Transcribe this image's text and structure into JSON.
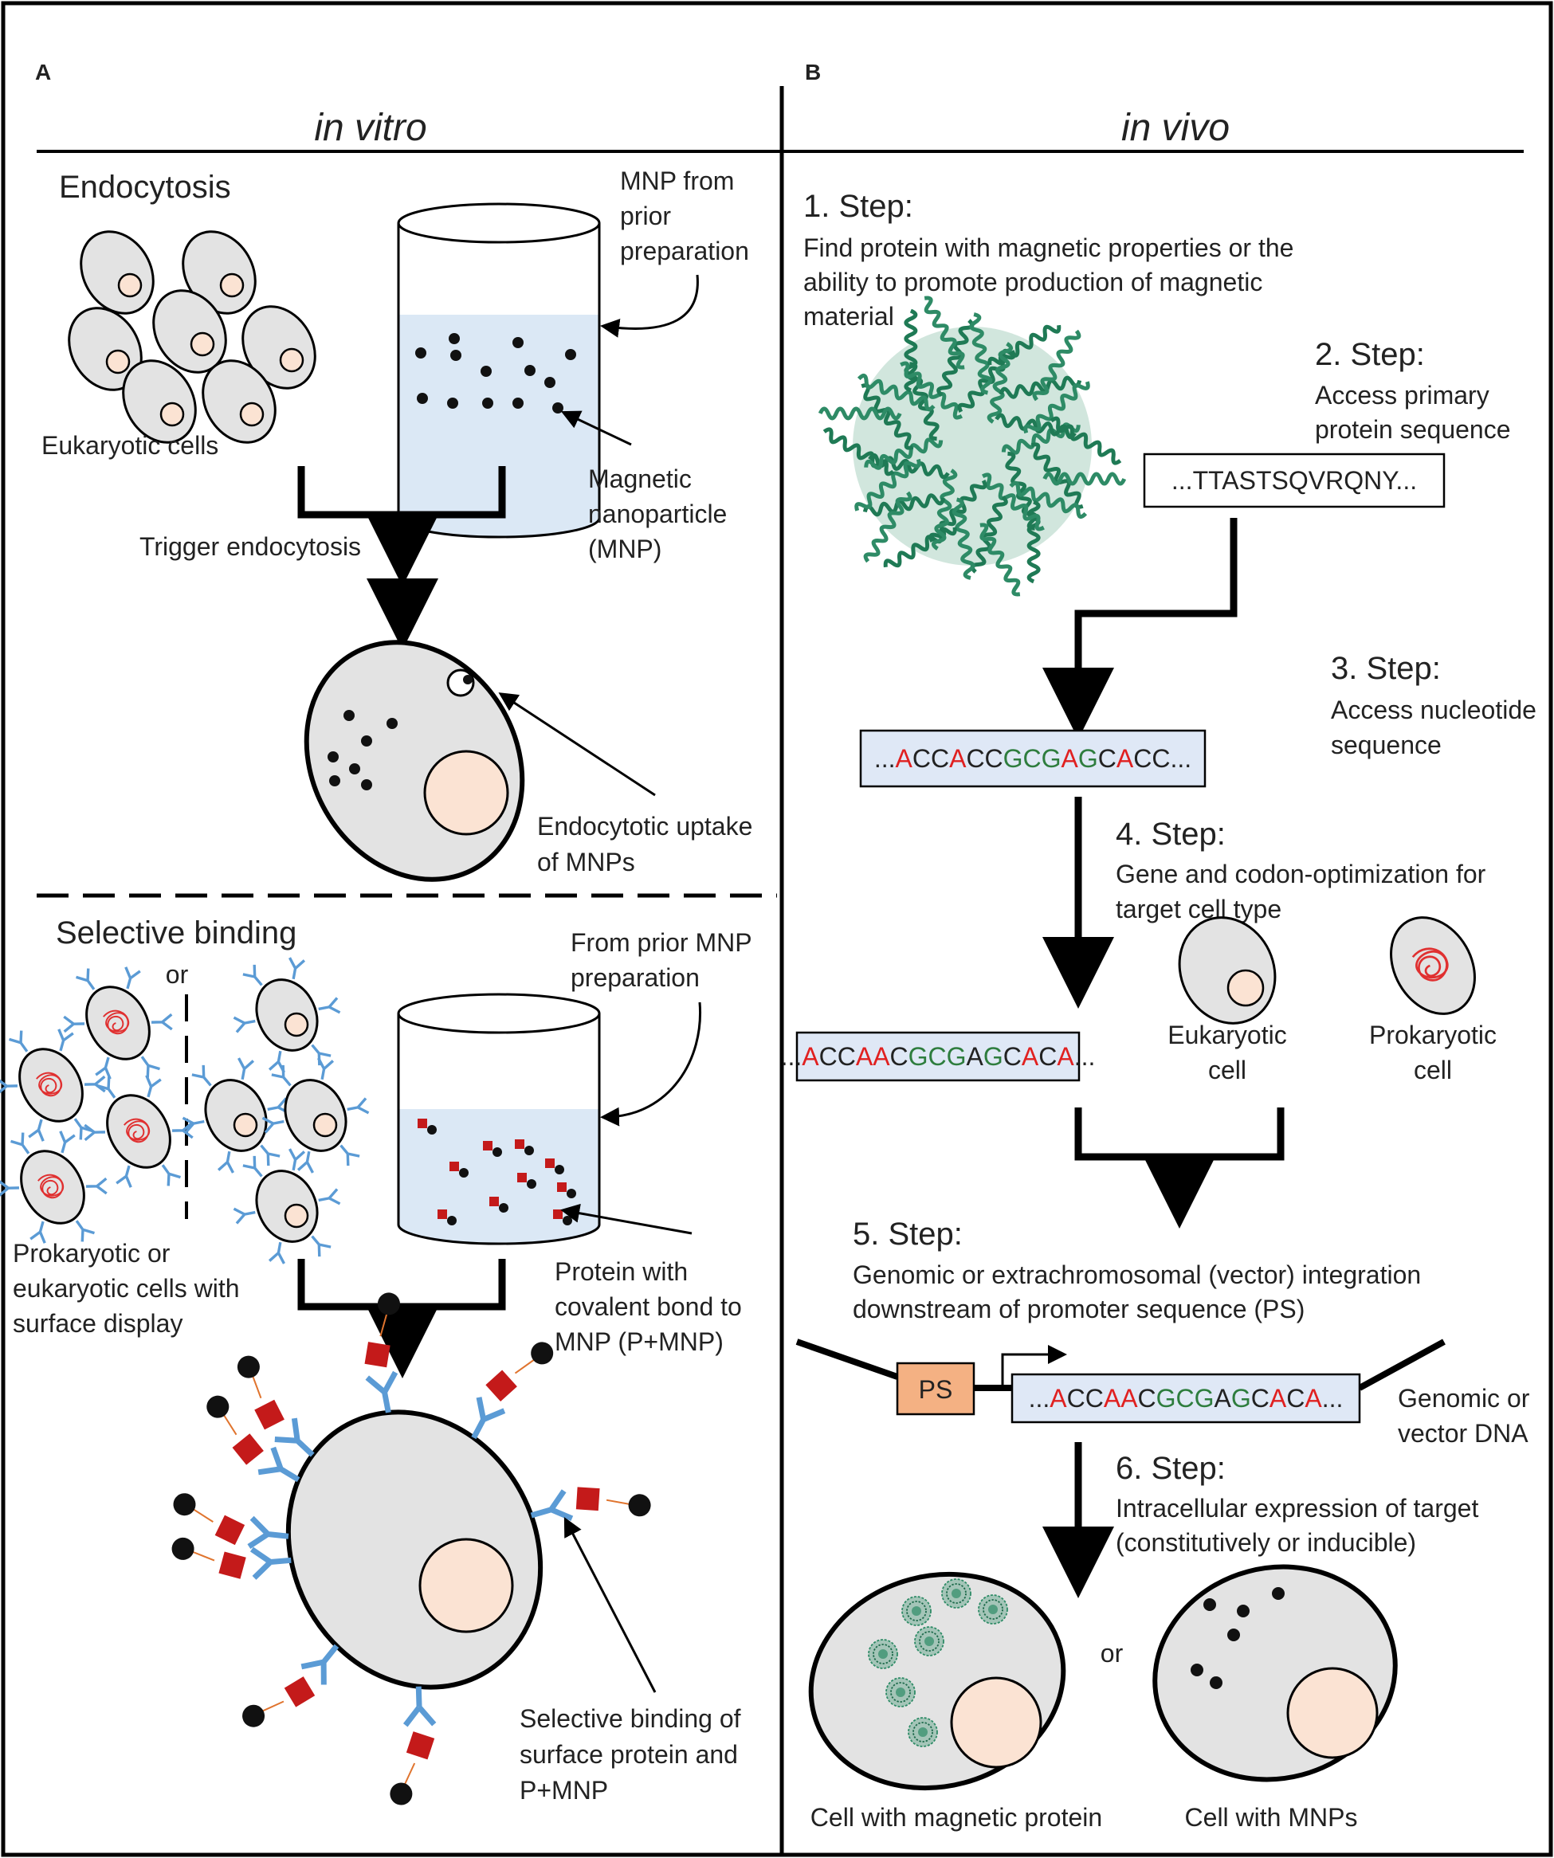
{
  "panel_a": {
    "letter": "A",
    "title": "in vitro",
    "endocytosis": {
      "heading": "Endocytosis",
      "cells_label": "Eukaryotic cells",
      "mnp_source": [
        "MNP from",
        "prior",
        "preparation"
      ],
      "mnp_label": [
        "Magnetic",
        "nanoparticle",
        "(MNP)"
      ],
      "trigger": "Trigger endocytosis",
      "uptake": [
        "Endocytotic uptake",
        "of MNPs"
      ]
    },
    "selective": {
      "heading": "Selective binding",
      "or": "or",
      "source": [
        "From prior MNP",
        "preparation"
      ],
      "cells_label": [
        "Prokaryotic or",
        "eukaryotic cells with",
        "surface display"
      ],
      "protein_label": [
        "Protein with",
        "covalent bond to",
        "MNP (P+MNP)"
      ],
      "binding": [
        "Selective binding of",
        "surface protein and",
        "P+MNP"
      ]
    }
  },
  "panel_b": {
    "letter": "B",
    "title": "in vivo",
    "step1": {
      "heading": "1. Step:",
      "text": [
        "Find protein with magnetic properties or the",
        "ability to promote production of magnetic",
        "material"
      ]
    },
    "step2": {
      "heading": "2. Step:",
      "text": [
        "Access primary",
        "protein  sequence"
      ],
      "sequence": "...TTASTSQVRQNY..."
    },
    "step3": {
      "heading": "3. Step:",
      "text": [
        "Access nucleotide",
        "sequence"
      ],
      "sequence": "...ACCACCGCGAGCACC..."
    },
    "step4": {
      "heading": "4. Step:",
      "text": [
        "Gene and codon-optimization for",
        "target cell type"
      ],
      "sequence": "...ACCAACGCGAGCACA...",
      "eukaryotic": [
        "Eukaryotic",
        "cell"
      ],
      "prokaryotic": [
        "Prokaryotic",
        "cell"
      ]
    },
    "step5": {
      "heading": "5. Step:",
      "text": [
        "Genomic or extrachromosomal (vector) integration",
        "downstream of promoter sequence (PS)"
      ],
      "promoter": "PS",
      "sequence": "...ACCAACGCGAGCACA...",
      "dna_label": [
        "Genomic or",
        "vector DNA"
      ]
    },
    "step6": {
      "heading": "6. Step:",
      "text": [
        "Intracellular expression of target",
        "(constitutively or inducible)"
      ],
      "cell_protein": "Cell with magnetic protein",
      "or": "or",
      "cell_mnp": "Cell with MNPs"
    }
  },
  "colors": {
    "red": "#e02020",
    "green": "#2e7d3e",
    "black": "#111111",
    "protein": "#2e8b66",
    "antibody": "#5b9bd5",
    "square": "#c41a1a",
    "liquid": "#dbe8f5",
    "cell": "#e3e3e3",
    "nucleus": "#fbe3d3",
    "promoter": "#f4b183"
  }
}
